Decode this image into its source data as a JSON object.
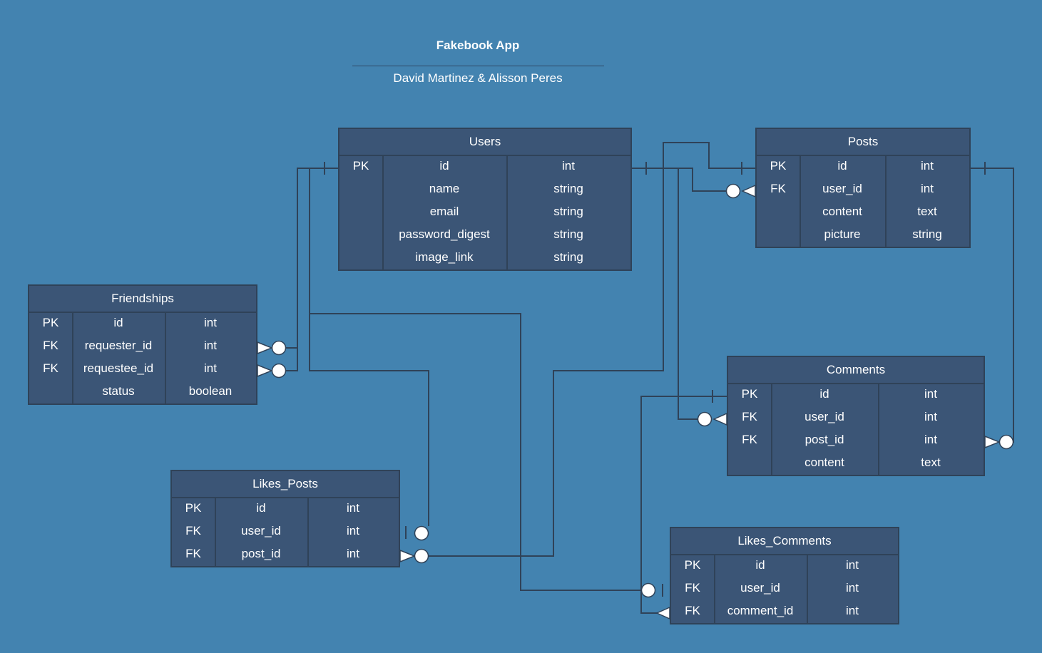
{
  "header": {
    "title": "Fakebook App",
    "subtitle": "David Martinez & Alisson Peres"
  },
  "colors": {
    "background": "#4383b0",
    "entity_fill": "#3b5576",
    "line": "#2f4258",
    "text": "#ffffff"
  },
  "entities": {
    "users": {
      "name": "Users",
      "rows": [
        {
          "key": "PK",
          "field": "id",
          "type": "int"
        },
        {
          "key": "",
          "field": "name",
          "type": "string"
        },
        {
          "key": "",
          "field": "email",
          "type": "string"
        },
        {
          "key": "",
          "field": "password_digest",
          "type": "string"
        },
        {
          "key": "",
          "field": "image_link",
          "type": "string"
        }
      ]
    },
    "posts": {
      "name": "Posts",
      "rows": [
        {
          "key": "PK",
          "field": "id",
          "type": "int"
        },
        {
          "key": "FK",
          "field": "user_id",
          "type": "int"
        },
        {
          "key": "",
          "field": "content",
          "type": "text"
        },
        {
          "key": "",
          "field": "picture",
          "type": "string"
        }
      ]
    },
    "friendships": {
      "name": "Friendships",
      "rows": [
        {
          "key": "PK",
          "field": "id",
          "type": "int"
        },
        {
          "key": "FK",
          "field": "requester_id",
          "type": "int"
        },
        {
          "key": "FK",
          "field": "requestee_id",
          "type": "int"
        },
        {
          "key": "",
          "field": "status",
          "type": "boolean"
        }
      ]
    },
    "comments": {
      "name": "Comments",
      "rows": [
        {
          "key": "PK",
          "field": "id",
          "type": "int"
        },
        {
          "key": "FK",
          "field": "user_id",
          "type": "int"
        },
        {
          "key": "FK",
          "field": "post_id",
          "type": "int"
        },
        {
          "key": "",
          "field": "content",
          "type": "text"
        }
      ]
    },
    "likes_posts": {
      "name": "Likes_Posts",
      "rows": [
        {
          "key": "PK",
          "field": "id",
          "type": "int"
        },
        {
          "key": "FK",
          "field": "user_id",
          "type": "int"
        },
        {
          "key": "FK",
          "field": "post_id",
          "type": "int"
        }
      ]
    },
    "likes_comments": {
      "name": "Likes_Comments",
      "rows": [
        {
          "key": "PK",
          "field": "id",
          "type": "int"
        },
        {
          "key": "FK",
          "field": "user_id",
          "type": "int"
        },
        {
          "key": "FK",
          "field": "comment_id",
          "type": "int"
        }
      ]
    }
  },
  "relationships": [
    {
      "from": "users.id",
      "to": "posts.user_id",
      "cardinality": "one-to-zero-or-many"
    },
    {
      "from": "users.id",
      "to": "friendships.requester_id",
      "cardinality": "one-to-zero-or-many"
    },
    {
      "from": "users.id",
      "to": "friendships.requestee_id",
      "cardinality": "one-to-zero-or-many"
    },
    {
      "from": "users.id",
      "to": "comments.user_id",
      "cardinality": "one-to-zero-or-many"
    },
    {
      "from": "users.id",
      "to": "likes_posts.user_id",
      "cardinality": "one-to-zero-or-one"
    },
    {
      "from": "users.id",
      "to": "likes_comments.user_id",
      "cardinality": "one-to-zero-or-one"
    },
    {
      "from": "posts.id",
      "to": "comments.post_id",
      "cardinality": "one-to-zero-or-many"
    },
    {
      "from": "posts.id",
      "to": "likes_posts.post_id",
      "cardinality": "one-to-zero-or-many"
    },
    {
      "from": "comments.id",
      "to": "likes_comments.comment_id",
      "cardinality": "one-to-many"
    }
  ]
}
